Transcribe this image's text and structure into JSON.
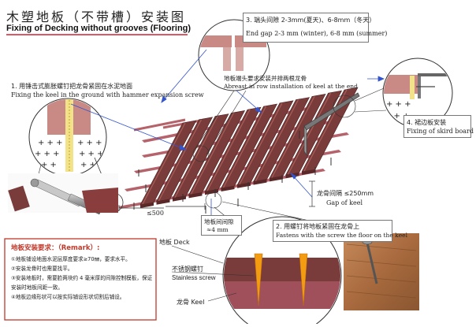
{
  "title": {
    "cn": "木塑地板（不带槽）安装图",
    "en": "Fixing of Decking without grooves (Flooring)"
  },
  "colors": {
    "accent": "#c0392b",
    "board": "#7a3b3b",
    "board_top": "#a85f58",
    "keel": "#a0505a",
    "leader": "#3355cc",
    "title_underline": "#d02030"
  },
  "callouts": {
    "step1": {
      "cn": "1. 用锤击式膨胀螺钉把龙骨紧固在水泥地面",
      "en": "Fixing the keel in the ground with hammer expansion screw"
    },
    "step2": {
      "cn": "2. 用螺钉将地板紧固在龙骨上",
      "en": "Fastens with the screw the floor on the keel"
    },
    "step3": {
      "cn": "3. 端头间隙 2-3mm(夏天)、6-8mm（冬天）",
      "en": "End gap 2-3 mm (winter), 6-8 mm (summer)"
    },
    "step4": {
      "cn": "4. 裙边板安装",
      "en": "Fixing of skird board"
    },
    "abreast": {
      "cn": "地板端头要求安装并排两根龙骨",
      "en": "Abreast in row installation of keel at the end"
    }
  },
  "dimensions": {
    "keel_gap": {
      "cn": "龙骨间隔 ≤250mm",
      "en": "Gap of keel"
    },
    "board_gap": {
      "cn": "地板间间隙",
      "value": "≈4 mm"
    },
    "spacing": "≤500"
  },
  "detail_labels": {
    "deck": "地板 Deck",
    "screw_cn": "不锈钢螺钉",
    "screw_en": "Stainless screw",
    "keel": "龙骨 Keel"
  },
  "remark": {
    "heading": "地板安装要求：（Remark）:",
    "items": [
      "①地板铺设地面水泥层厚度要求≥70㎜，要求水平。",
      "②安装龙骨时也需要找平。",
      "③安装地板时，需要脸两块约 4 毫米厚的间隙控制模板，保证安装时地板间距一致。",
      "④地板边缘形状可以按实际铺设形状切割后铺设。"
    ]
  }
}
